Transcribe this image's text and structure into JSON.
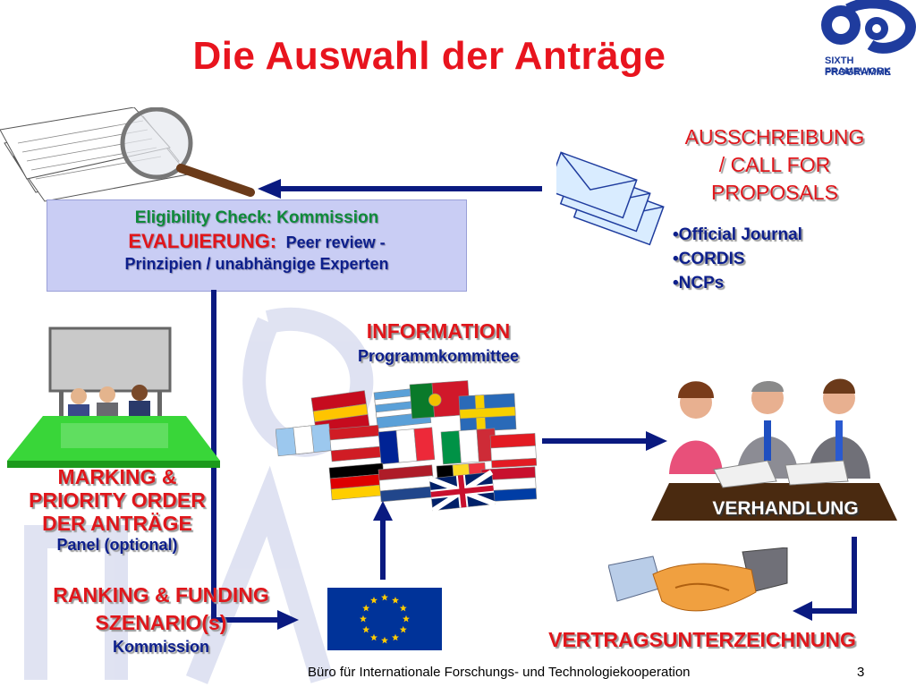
{
  "title": "Die Auswahl der Anträge",
  "logo": {
    "line1": "SIXTH FRAMEWORK",
    "line2": "PROGRAMME"
  },
  "call": {
    "line1": "AUSSCHREIBUNG",
    "line2": "/ CALL FOR",
    "line3": "PROPOSALS"
  },
  "channels": [
    "•Official Journal",
    "•CORDIS",
    "•NCPs"
  ],
  "evaluation": {
    "line1": "Eligibility Check: Kommission",
    "line2_bold": "EVALUIERUNG:",
    "line2_rest": "Peer review -",
    "line3": "Prinzipien / unabhängige Experten"
  },
  "information": {
    "title": "INFORMATION",
    "subtitle": "Programmkommittee"
  },
  "marking": {
    "line1": "MARKING &",
    "line2": "PRIORITY ORDER",
    "line3": "DER ANTRÄGE",
    "sub": "Panel (optional)"
  },
  "ranking": {
    "line1": "RANKING  & FUNDING",
    "line2": "SZENARIO(s)",
    "sub": "Kommission"
  },
  "negotiation": "VERHANDLUNG",
  "signing": "VERTRAGSUNTERZEICHNUNG",
  "footer": {
    "org": "Büro für Internationale Forschungs- und Technologiekooperation",
    "page": "3"
  },
  "colors": {
    "title_red": "#e8141e",
    "navy": "#0a1a80",
    "box_fill": "#c9cdf4",
    "eligibility_green": "#0f8a3a"
  },
  "icons": [
    "magnifier-document-icon",
    "envelopes-icon",
    "meeting-panel-icon",
    "flags-icon",
    "negotiation-people-icon",
    "handshake-icon",
    "eu-flag-icon",
    "fp6-logo-icon"
  ]
}
